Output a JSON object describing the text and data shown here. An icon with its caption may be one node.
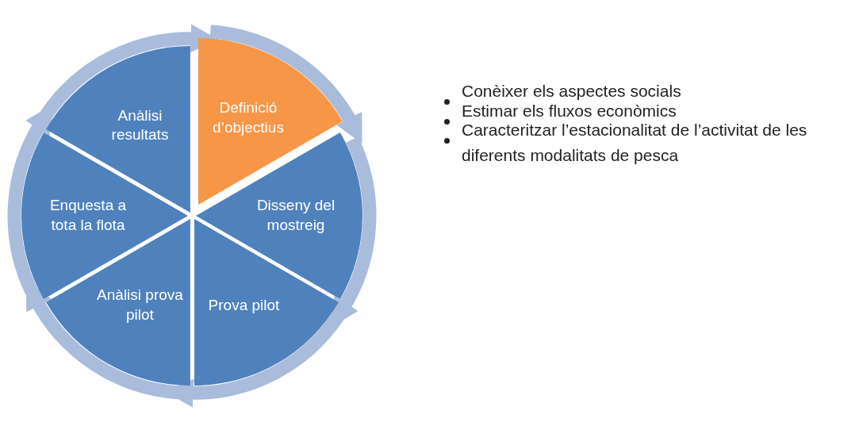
{
  "diagram": {
    "nodes": [
      {
        "text": [
          "Definició d’objectius"
        ]
      },
      {
        "text": [
          "Disseny del mostreig"
        ]
      },
      {
        "text": [
          "Prova pilot"
        ]
      },
      {
        "text": [
          "Anàlisi prova pilot"
        ]
      },
      {
        "text": [
          "Enquesta a tota la flota"
        ]
      },
      {
        "text": [
          "Anàlisi resultats"
        ]
      }
    ],
    "edges": [
      {
        "from": 0,
        "to": 1,
        "arrow": "to"
      },
      {
        "from": 1,
        "to": 2,
        "arrow": "to"
      },
      {
        "from": 2,
        "to": 3,
        "arrow": "to"
      },
      {
        "from": 3,
        "to": 4,
        "arrow": "to"
      },
      {
        "from": 4,
        "to": 5,
        "arrow": "to"
      },
      {
        "from": 5,
        "to": 0,
        "arrow": "to"
      }
    ],
    "labels": [
      "Conèixer els aspectes socials",
      "Estimar els fluxos econòmics",
      "Caracteritzar l’estacionalitat de l’activitat de les diferents modalitats de pesca"
    ]
  }
}
